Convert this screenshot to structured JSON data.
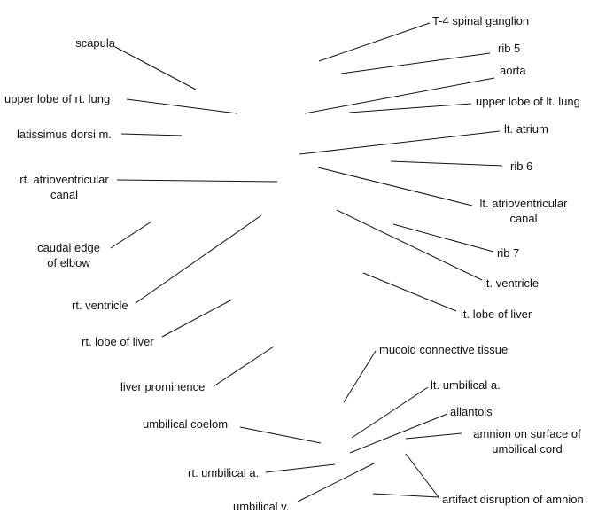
{
  "colors": {
    "text": "#111111",
    "line": "#111111",
    "background": "#ffffff"
  },
  "labels": {
    "t4_spinal_ganglion": "T-4 spinal ganglion",
    "rib_5": "rib 5",
    "aorta": "aorta",
    "upper_lobe_lt_lung": "upper lobe of lt. lung",
    "lt_atrium": "lt. atrium",
    "rib_6": "rib 6",
    "lt_av_canal_1": "lt. atrioventricular",
    "lt_av_canal_2": "canal",
    "rib_7": "rib 7",
    "lt_ventricle": "lt. ventricle",
    "lt_lobe_liver": "lt. lobe of liver",
    "mucoid_connective_tissue": "mucoid connective tissue",
    "lt_umbilical_a": "lt. umbilical a.",
    "allantois": "allantois",
    "amnion_1": "amnion on surface of",
    "amnion_2": "umbilical cord",
    "artifact_disruption": "artifact disruption of amnion",
    "scapula": "scapula",
    "upper_lobe_rt_lung": "upper lobe of rt. lung",
    "latissimus_dorsi": "latissimus dorsi m.",
    "rt_av_canal_1": "rt. atrioventricular",
    "rt_av_canal_2": "canal",
    "caudal_edge_elbow_1": "caudal edge",
    "caudal_edge_elbow_2": "of elbow",
    "rt_ventricle": "rt. ventricle",
    "rt_lobe_liver": "rt. lobe of liver",
    "liver_prominence": "liver prominence",
    "umbilical_coelom": "umbilical coelom",
    "rt_umbilical_a": "rt. umbilical a.",
    "umbilical_v": "umbilical v."
  }
}
